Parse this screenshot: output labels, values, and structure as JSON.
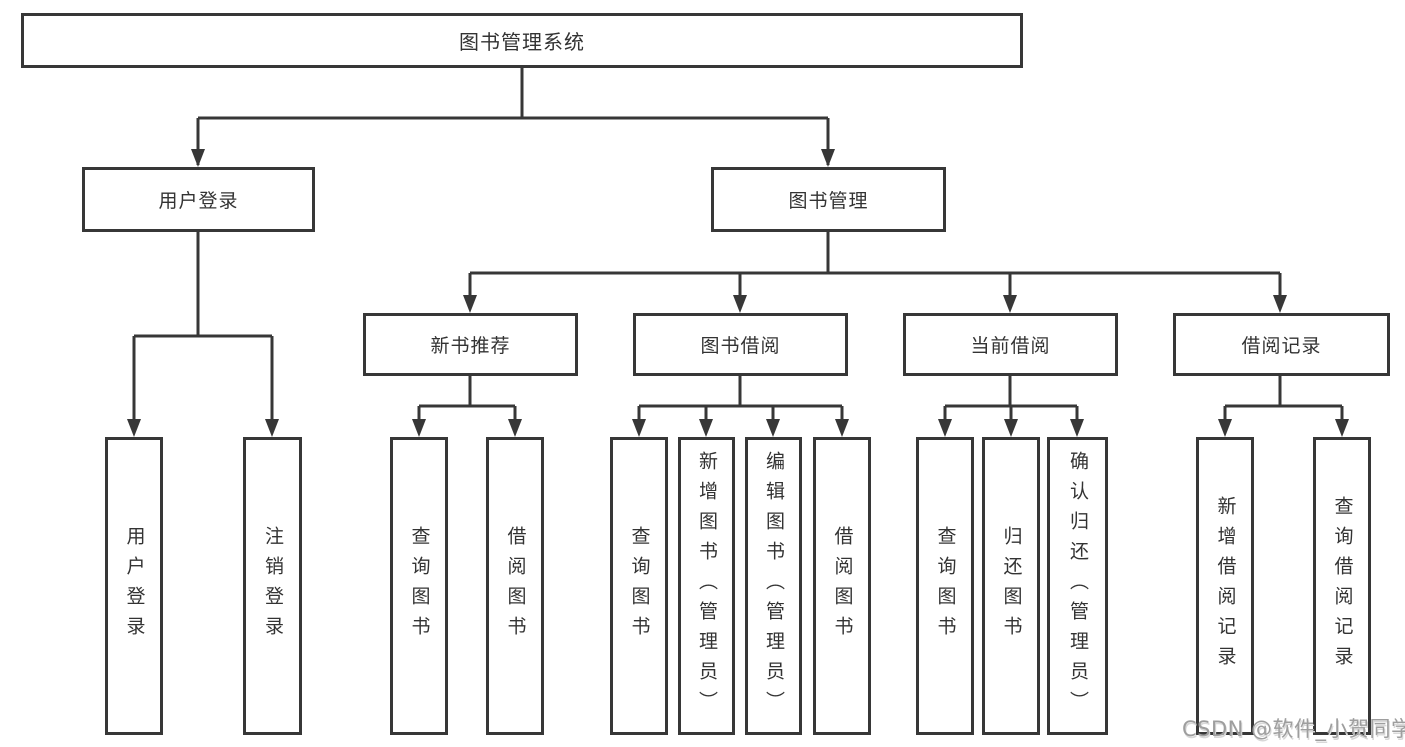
{
  "diagram": {
    "type": "hierarchy-tree",
    "colors": {
      "line": "#373737",
      "box_border": "#373737",
      "text": "#333333",
      "background": "#ffffff",
      "watermark": "#9e9e9e"
    },
    "nodes": {
      "root": {
        "label": "图书管理系统"
      },
      "user_login": {
        "label": "用户登录"
      },
      "book_management": {
        "label": "图书管理"
      },
      "new_book_recommend": {
        "label": "新书推荐"
      },
      "book_borrowing": {
        "label": "图书借阅"
      },
      "current_borrowing": {
        "label": "当前借阅"
      },
      "borrowing_records": {
        "label": "借阅记录"
      },
      "leaf_user_login": {
        "label": "用户登录"
      },
      "leaf_logout": {
        "label": "注销登录"
      },
      "leaf_nbr_query_books": {
        "label": "查询图书"
      },
      "leaf_nbr_borrow_books": {
        "label": "借阅图书"
      },
      "leaf_bb_query_books": {
        "label": "查询图书"
      },
      "leaf_bb_add_books": {
        "label": "新增图书（管理员）"
      },
      "leaf_bb_edit_books": {
        "label": "编辑图书（管理员）"
      },
      "leaf_bb_borrow_books": {
        "label": "借阅图书"
      },
      "leaf_cb_query_books": {
        "label": "查询图书"
      },
      "leaf_cb_return_books": {
        "label": "归还图书"
      },
      "leaf_cb_confirm_return": {
        "label": "确认归还（管理员）"
      },
      "leaf_br_add_record": {
        "label": "新增借阅记录"
      },
      "leaf_br_query_record": {
        "label": "查询借阅记录"
      }
    },
    "hierarchy": {
      "图书管理系统": {
        "用户登录": [
          "用户登录",
          "注销登录"
        ],
        "图书管理": {
          "新书推荐": [
            "查询图书",
            "借阅图书"
          ],
          "图书借阅": [
            "查询图书",
            "新增图书（管理员）",
            "编辑图书（管理员）",
            "借阅图书"
          ],
          "当前借阅": [
            "查询图书",
            "归还图书",
            "确认归还（管理员）"
          ],
          "借阅记录": [
            "新增借阅记录",
            "查询借阅记录"
          ]
        }
      }
    }
  },
  "watermark": {
    "text": "CSDN @软件_小贺同学"
  }
}
